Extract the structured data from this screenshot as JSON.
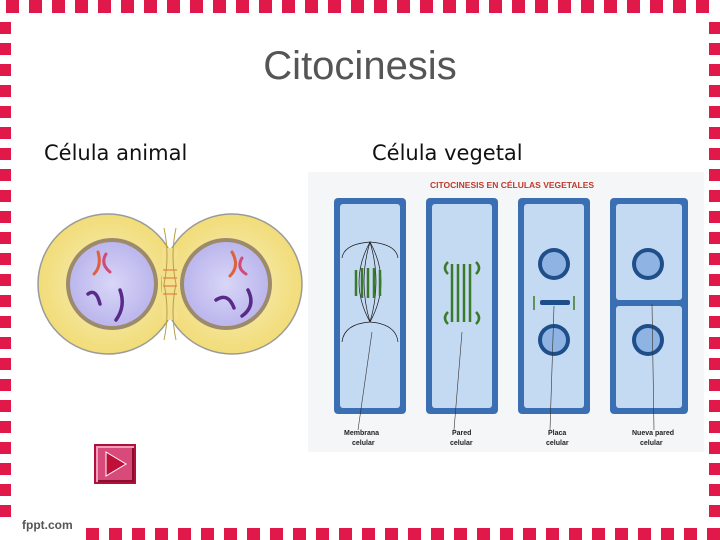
{
  "slide": {
    "title": "Citocinesis",
    "heading_left": "Célula animal",
    "heading_right": "Célula vegetal",
    "brand": "fppt.com"
  },
  "plant_figure": {
    "title": "CITOCINESIS EN CÉLULAS VEGETALES",
    "labels": [
      [
        "Membrana",
        "celular"
      ],
      [
        "Pared",
        "celular"
      ],
      [
        "Placa",
        "celular"
      ],
      [
        "Nueva pared",
        "celular"
      ]
    ]
  },
  "icons": {
    "next": "play-right-icon"
  },
  "colors": {
    "frame": "#e0194a",
    "button": "#d84a7a",
    "plant_cell": "#bcd3f0",
    "plant_wall": "#3b6fb3",
    "animal_cytoplasm": "#f4eab0",
    "animal_nucleus": "#c8c4f0"
  }
}
